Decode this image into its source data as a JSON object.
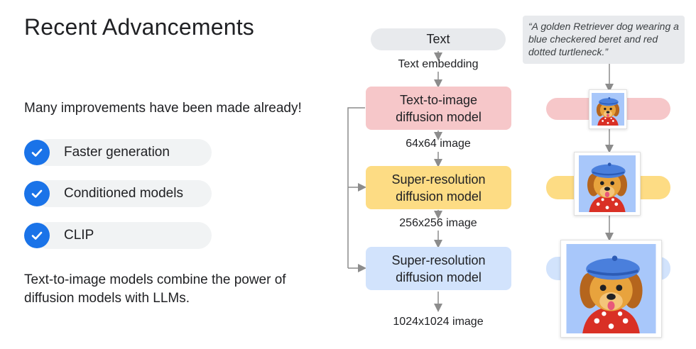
{
  "slide": {
    "title": "Recent Advancements",
    "intro": "Many improvements have been made already!",
    "features": [
      {
        "label": "Faster generation",
        "icon": "check-circle-icon"
      },
      {
        "label": "Conditioned models",
        "icon": "check-circle-icon"
      },
      {
        "label": "CLIP",
        "icon": "check-circle-icon"
      }
    ],
    "summary": "Text-to-image models combine the power of diffusion models with LLMs."
  },
  "pipeline": {
    "input": "Text",
    "embedding_label": "Text embedding",
    "stages": [
      {
        "line1": "Text-to-image",
        "line2": "diffusion model",
        "color": "#f6c7c9"
      },
      {
        "line1": "Super-resolution",
        "line2": "diffusion model",
        "color": "#fddc84"
      },
      {
        "line1": "Super-resolution",
        "line2": "diffusion model",
        "color": "#d2e3fc"
      }
    ],
    "outputs": [
      "64x64 image",
      "256x256 image",
      "1024x1024 image"
    ]
  },
  "example": {
    "prompt": "“A golden Retriever dog wearing a blue checkered beret and red dotted turtleneck.”",
    "images": [
      "golden-retriever-image-small",
      "golden-retriever-image-medium",
      "golden-retriever-image-large"
    ]
  },
  "colors": {
    "accent": "#1a73e8",
    "pill_bg": "#f1f3f4",
    "text": "#202124"
  }
}
